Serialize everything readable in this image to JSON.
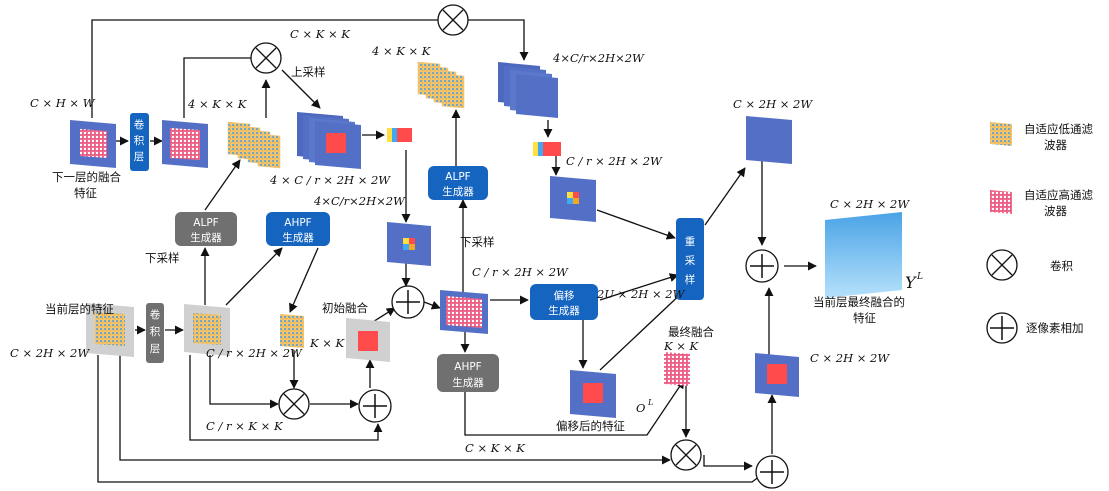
{
  "labels": {
    "cxhxw": "C × H × W",
    "lower_feature_l1": "下一层的融合",
    "lower_feature_l2": "特征",
    "conv_layer": "卷积层",
    "k4kk_a": "4 × K × K",
    "k4kk_b": "4 × K × K",
    "ckk_top": "C × K × K",
    "upsample": "上采样",
    "c4_crhw_a": "4 × C / r × 2H × 2W",
    "c4_crhw_b": "4×C/r×2H×2W",
    "c4_crhw_c": "4×C/r×2H×2W",
    "cr2h2w_a": "C / r × 2H × 2W",
    "cr2h2w_b": "C / r × 2H × 2W",
    "cr2h2w_c": "C / r × 2H × 2W",
    "downsample_a": "下采样",
    "downsample_b": "下采样",
    "alpf_gen_line1": "ALPF",
    "alpf_gen_line2": "生成器",
    "ahpf_gen_line1": "AHPF",
    "ahpf_gen_line2": "生成器",
    "offset_gen_line1": "偏移",
    "offset_gen_line2": "生成器",
    "current_feature": "当前层的特征",
    "c2h2w_left": "C × 2H × 2W",
    "initial_fusion": "初始融合",
    "kxk_a": "K × K",
    "kxk_b": "K × K",
    "crkk": "C / r × K × K",
    "ckk_bottom": "C × K × K",
    "u2h2w": "2U × 2H × 2W",
    "offset_after_feature": "偏移后的特征",
    "o_l": "O",
    "o_l_sup": "L",
    "final_fusion": "最终融合",
    "resample_chars": [
      "重",
      "采",
      "样"
    ],
    "c2h2w_right_top": "C × 2H × 2W",
    "c2h2w_right_mid": "C × 2H × 2W",
    "c2h2w_final": "C × 2H × 2W",
    "final_feature_l1": "当前层最终融合的",
    "final_feature_l2": "特征",
    "y_l": "Y",
    "y_l_sup": "L"
  },
  "legend": {
    "low_pass_l1": "自适应低通滤",
    "low_pass_l2": "波器",
    "high_pass_l1": "自适应高通滤",
    "high_pass_l2": "波器",
    "conv": "卷积",
    "add": "逐像素相加"
  },
  "colors": {
    "blue_plane": "#5470c6",
    "dark_blue_box": "#1565c0",
    "gray_box": "#707070",
    "red_patch": "#ff4b4b",
    "orange_filter": "#f0b45a",
    "pink_filter": "#f06a8e",
    "gray_plane": "#d0d0d0"
  }
}
